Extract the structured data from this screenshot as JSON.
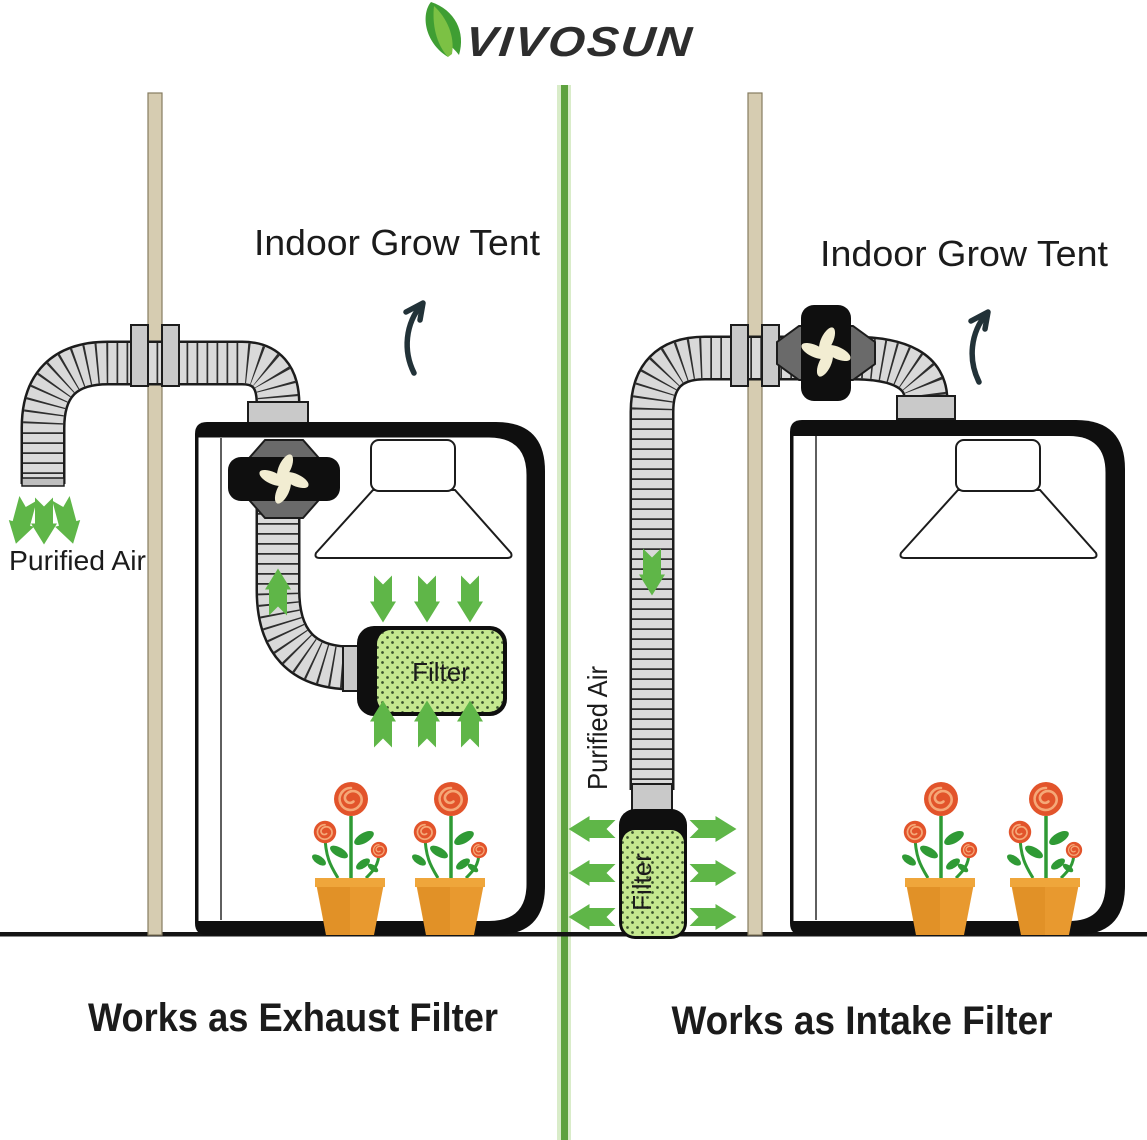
{
  "logo": {
    "brand": "VIVOSUN"
  },
  "panels": {
    "left": {
      "title": "Indoor Grow Tent",
      "purified_air": "Purified Air",
      "filter": "Filter",
      "caption": "Works as Exhaust Filter"
    },
    "right": {
      "title": "Indoor Grow Tent",
      "purified_air": "Purified Air",
      "filter": "Filter",
      "caption": "Works as Intake Filter"
    }
  },
  "icons": [
    "leaf-icon",
    "fan-icon",
    "filter-cylinder-icon",
    "grow-light-icon",
    "flower-pot-icon",
    "airflow-arrow-icon",
    "curved-pointer-arrow-icon",
    "duct-icon",
    "wall-pole-icon"
  ],
  "colors": {
    "arrow_green": "#5fb648",
    "divider_green": "#5ea23f",
    "divider_halo": "#d9ecc9",
    "filter_green": "#c5e88f",
    "duct_gray": "#d9d9d9",
    "sleeve_gray": "#c9c9c9",
    "pole_tan": "#d6ccb1",
    "flower_orange": "#e2542b",
    "flower_spiral": "#f5a878",
    "pot_orange": "#e8992f",
    "plant_green": "#2f9a35",
    "tent_black": "#0f0f0f",
    "text_dark": "#1b1b1b"
  }
}
